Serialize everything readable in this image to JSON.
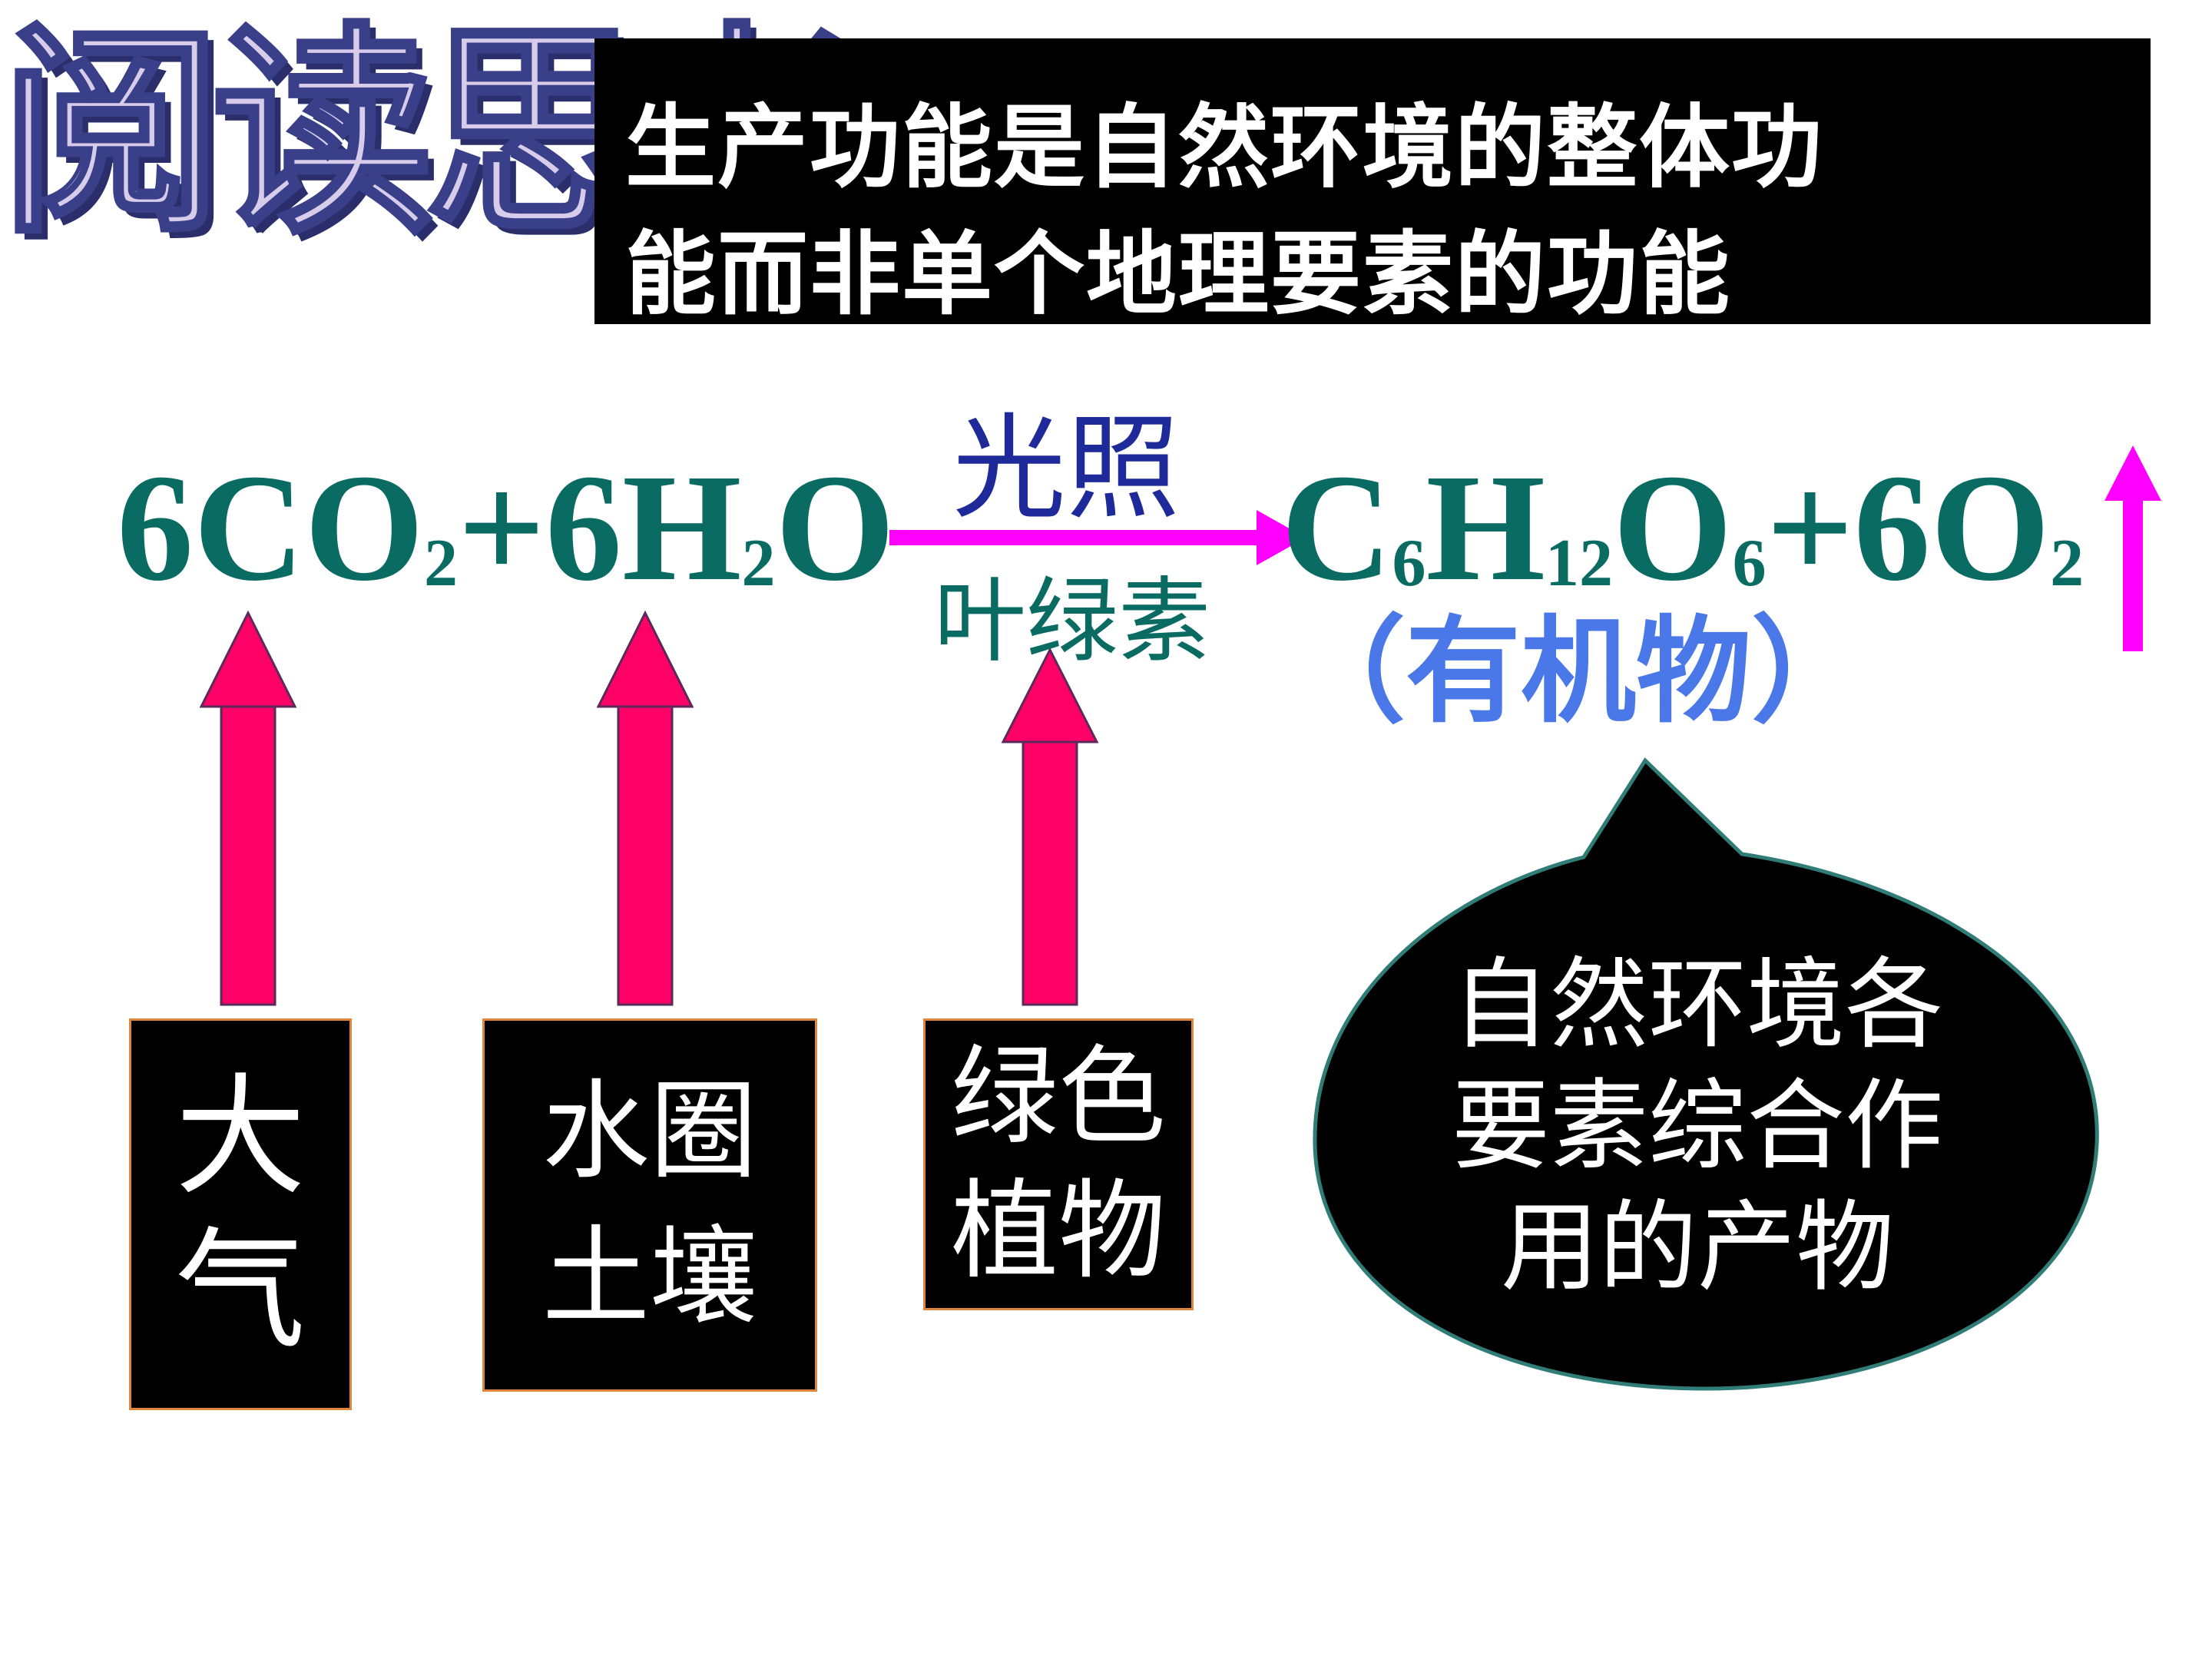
{
  "title": "阅读思考",
  "note": {
    "line1": "生产功能是自然环境的整体功",
    "line2": "能而非单个地理要素的功能"
  },
  "equation": {
    "left_a": "6CO",
    "left_a_sub": "2",
    "left_b": "+6H",
    "left_b_sub": "2",
    "left_c": "O",
    "right_c": "C",
    "right_c_sub": "6",
    "right_h": "H",
    "right_h_sub": "12",
    "right_o": "O",
    "right_o_sub": "6",
    "right_plus": "+6O",
    "right_plus_sub": "2",
    "condition_top": "光照",
    "condition_bottom": "叶绿素",
    "product_label": "（有机物）"
  },
  "sources": {
    "atmosphere": [
      "大",
      "气"
    ],
    "water_soil": [
      "水圈",
      "土壤"
    ],
    "plants": [
      "绿色",
      "植物"
    ]
  },
  "callout": [
    "自然环境各",
    "要素综合作",
    "用的产物"
  ],
  "colors": {
    "equation": "#0a6b62",
    "condition_top": "#1e2a9a",
    "product_label": "#4a78e8",
    "red_arrow": "#ff0066",
    "magenta_arrow": "#ff00ff",
    "callout_outline": "#2f7d76"
  }
}
